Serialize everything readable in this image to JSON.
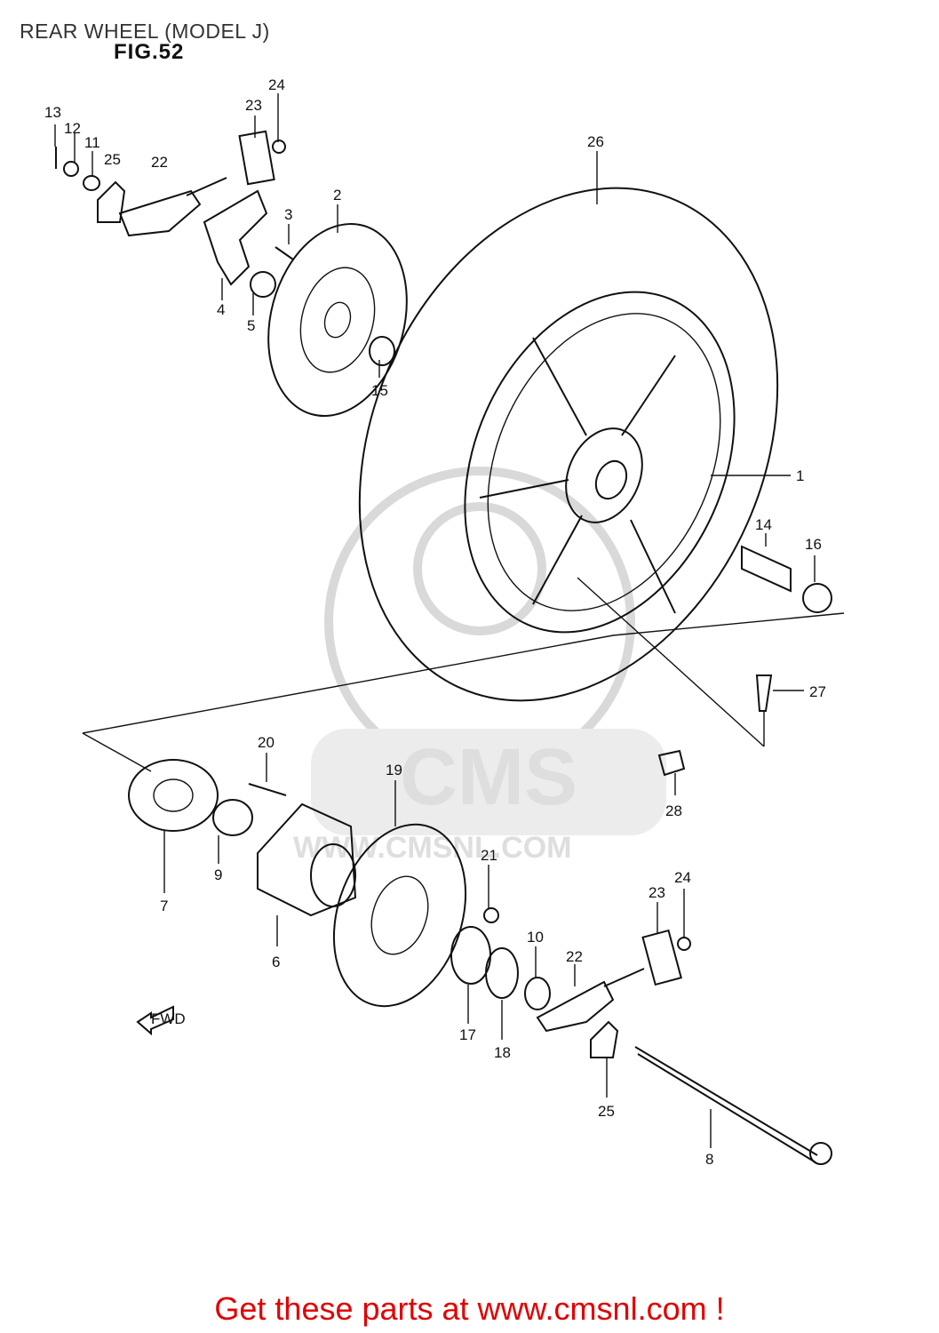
{
  "header": {
    "title": "REAR WHEEL (MODEL J)",
    "figure": "FIG.52"
  },
  "watermark": {
    "brand": "CMS",
    "url": "WWW.CMSNL.COM"
  },
  "fwd_arrow": "FWD",
  "footer": {
    "cta": "Get these parts at www.cmsnl.com !",
    "color": "#e00000"
  },
  "part_numbers": [
    "1",
    "2",
    "3",
    "4",
    "5",
    "6",
    "7",
    "8",
    "9",
    "10",
    "11",
    "12",
    "13",
    "14",
    "15",
    "16",
    "17",
    "18",
    "19",
    "20",
    "21",
    "22",
    "22",
    "23",
    "23",
    "24",
    "24",
    "25",
    "25",
    "26",
    "27",
    "28"
  ]
}
